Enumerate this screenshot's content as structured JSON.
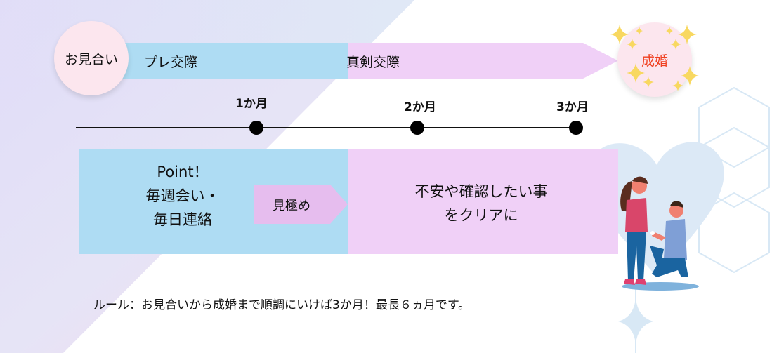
{
  "colors": {
    "blue": "#aedcf3",
    "pink": "#f0d0f7",
    "inner_pink": "#e6bdee",
    "red_text": "#f04020",
    "circle": "#fce6ee"
  },
  "phases": {
    "start": "お見合い",
    "pre": "プレ交際",
    "serious": "真剣交際",
    "end": "成婚"
  },
  "timeline": {
    "months": [
      "1か月",
      "2か月",
      "3か月"
    ]
  },
  "blue_box": {
    "lines": [
      "Point！",
      "毎週会い・",
      "毎日連絡"
    ],
    "tag": "見極め"
  },
  "pink_box": {
    "lines": [
      "不安や確認したい事",
      "をクリアに"
    ]
  },
  "footer": "ルール：お見合いから成婚まで順調にいけば3か月！最長６ヵ月です。"
}
